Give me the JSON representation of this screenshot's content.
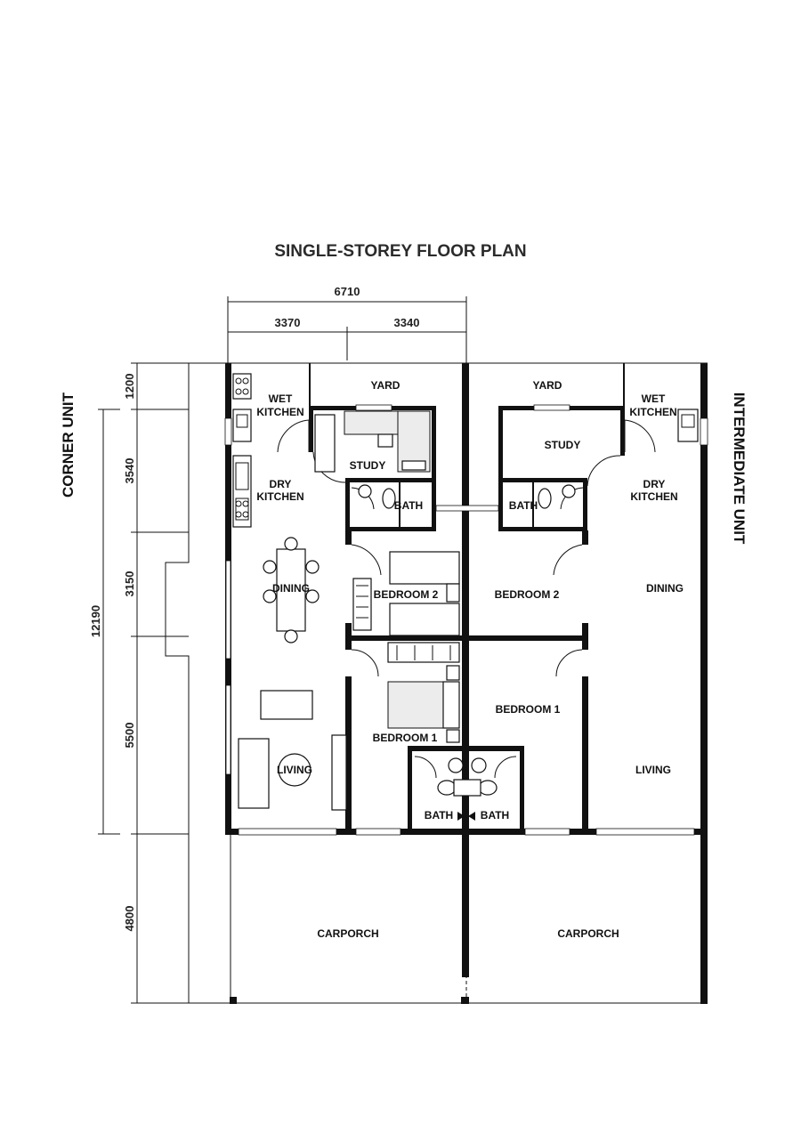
{
  "title": "SINGLE-STOREY FLOOR PLAN",
  "dimensions": {
    "overall_width": "6710",
    "left_width": "3370",
    "right_width": "3340",
    "seg_1": "1200",
    "seg_2": "3540",
    "seg_3": "3150",
    "seg_4": "5500",
    "seg_5": "4800",
    "overall_depth": "12190"
  },
  "side_labels": {
    "corner": "CORNER UNIT",
    "intermediate": "INTERMEDIATE UNIT"
  },
  "corner_rooms": {
    "wet_kitchen_1": "WET",
    "wet_kitchen_2": "KITCHEN",
    "yard": "YARD",
    "dry_kitchen_1": "DRY",
    "dry_kitchen_2": "KITCHEN",
    "study": "STUDY",
    "bath": "BATH",
    "dining": "DINING",
    "bedroom2": "BEDROOM 2",
    "bedroom1": "BEDROOM 1",
    "living": "LIVING",
    "bath_shared": "BATH",
    "carporch": "CARPORCH"
  },
  "intermediate_rooms": {
    "yard": "YARD",
    "wet_kitchen_1": "WET",
    "wet_kitchen_2": "KITCHEN",
    "study": "STUDY",
    "bath": "BATH",
    "dry_kitchen_1": "DRY",
    "dry_kitchen_2": "KITCHEN",
    "bedroom2": "BEDROOM 2",
    "dining": "DINING",
    "bedroom1": "BEDROOM 1",
    "living": "LIVING",
    "bath_shared": "BATH",
    "carporch": "CARPORCH"
  }
}
